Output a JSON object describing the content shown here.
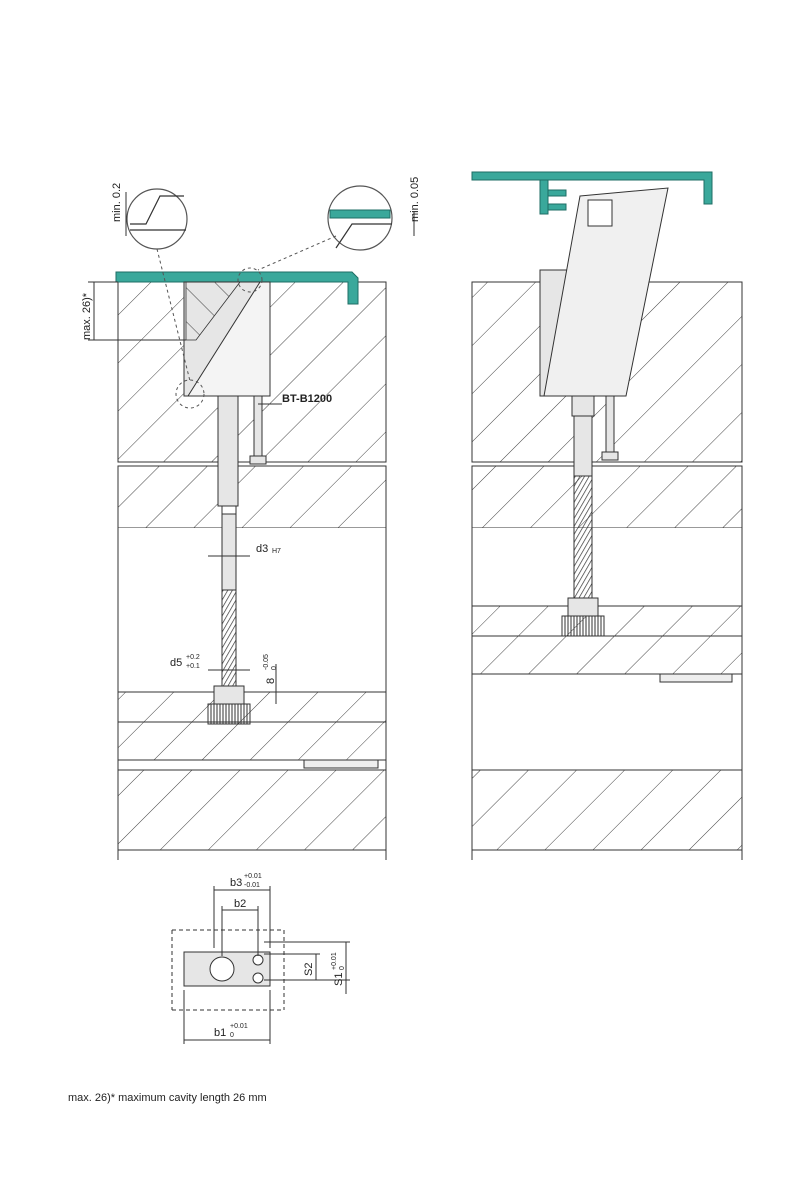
{
  "dims": {
    "min_left": "min. 0.2",
    "min_right": "min. 0.05",
    "max_cavity": "max. 26)*",
    "part_no": "BT-B1200",
    "d3": "d3",
    "d3_tol": "H7",
    "d5": "d5",
    "d5_tol_upper": "+0.2",
    "d5_tol_lower": "+0.1",
    "eight": "8",
    "eight_tol_upper": "-0.05",
    "eight_tol_lower": "0",
    "b3": "b3",
    "b3_tol_upper": "+0.01",
    "b3_tol_lower": "-0.01",
    "b2": "b2",
    "s2": "S2",
    "s1": "S1",
    "s1_tol_upper": "+0.01",
    "s1_tol_lower": "0",
    "b1": "b1",
    "b1_tol_upper": "+0.01",
    "b1_tol_lower": "0"
  },
  "footnote": "max. 26)* maximum cavity length 26 mm",
  "colors": {
    "teal": "#3aa89b",
    "line": "#333333",
    "part": "#e6e6e6"
  }
}
